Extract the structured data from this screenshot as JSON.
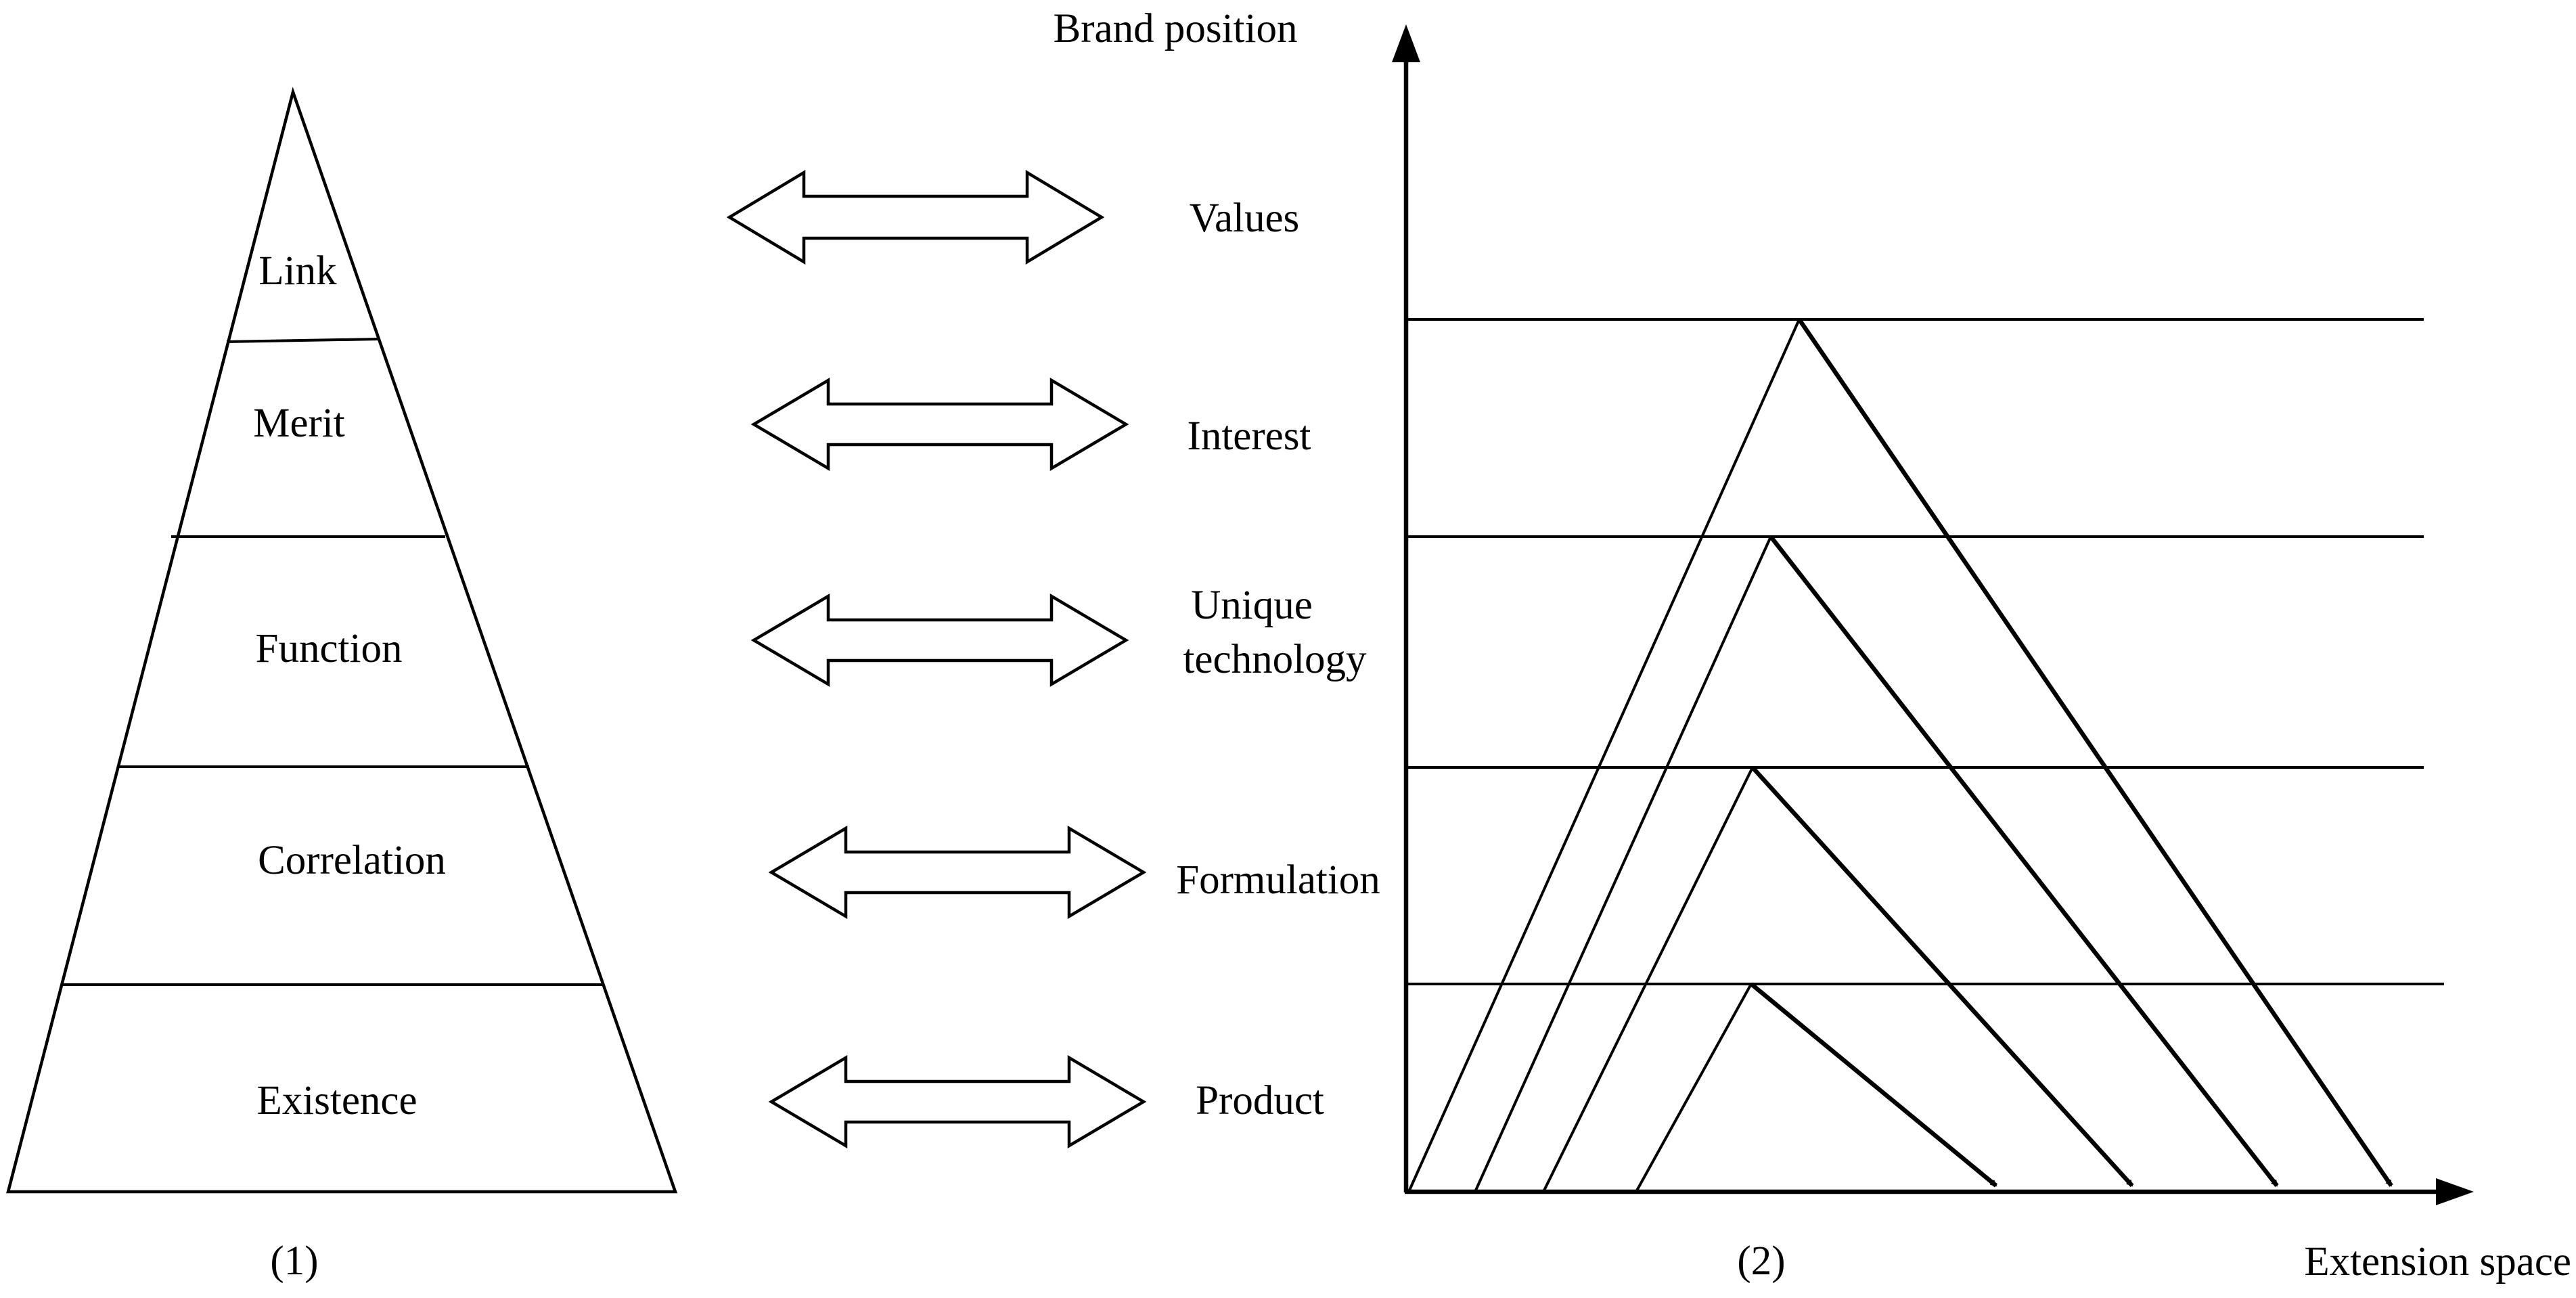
{
  "pyramid": {
    "levels": [
      "Link",
      "Merit",
      "Function",
      "Correlation",
      "Existence"
    ],
    "caption": "(1)"
  },
  "mapping": {
    "targets": [
      "Values",
      "Interest",
      "Unique technology",
      "Formulation",
      "Product"
    ],
    "target_lines": [
      [
        "Values"
      ],
      [
        "Interest"
      ],
      [
        "Unique",
        "technology"
      ],
      [
        "Formulation"
      ],
      [
        "Product"
      ]
    ]
  },
  "extension_chart": {
    "y_axis_label": "Brand position",
    "x_axis_label": "Extension space",
    "caption": "(2)"
  }
}
